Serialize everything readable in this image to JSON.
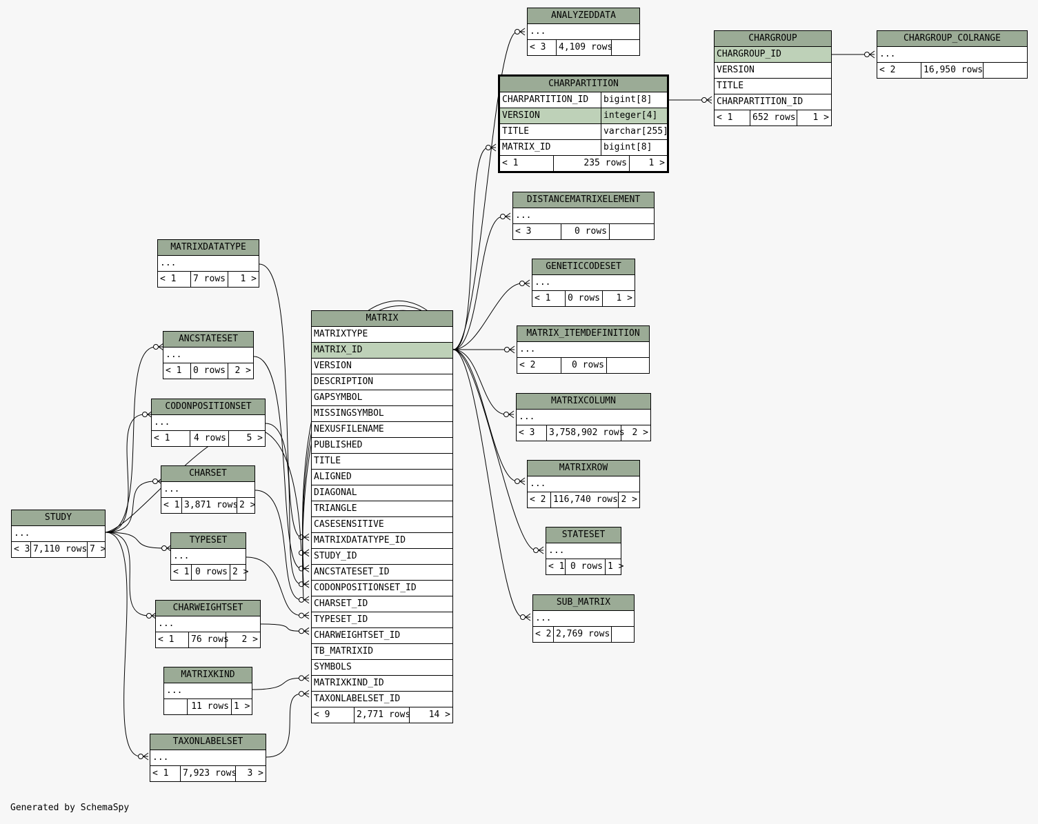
{
  "footer": "Generated by SchemaSpy",
  "tables": {
    "analyzeddata": {
      "name": "ANALYZEDDATA",
      "rows": [
        "..."
      ],
      "parents": "< 3",
      "count": "4,109 rows",
      "children": ""
    },
    "chargroup": {
      "name": "CHARGROUP",
      "rows": [
        "CHARGROUP_ID",
        "VERSION",
        "TITLE",
        "CHARPARTITION_ID"
      ],
      "parents": "< 1",
      "count": "652 rows",
      "children": "1 >"
    },
    "chargroup_colrange": {
      "name": "CHARGROUP_COLRANGE",
      "rows": [
        "..."
      ],
      "parents": "< 2",
      "count": "16,950 rows",
      "children": ""
    },
    "charpartition": {
      "name": "CHARPARTITION",
      "rows": [
        "CHARPARTITION_ID",
        "VERSION",
        "TITLE",
        "MATRIX_ID"
      ],
      "types": [
        "bigint[8]",
        "integer[4]",
        "varchar[255]",
        "bigint[8]"
      ],
      "parents": "< 1",
      "count": "235 rows",
      "children": "1 >"
    },
    "distancematrixelement": {
      "name": "DISTANCEMATRIXELEMENT",
      "rows": [
        "..."
      ],
      "parents": "< 3",
      "count": "0 rows",
      "children": ""
    },
    "geneticcodeset": {
      "name": "GENETICCODESET",
      "rows": [
        "..."
      ],
      "parents": "< 1",
      "count": "0 rows",
      "children": "1 >"
    },
    "matrix_itemdefinition": {
      "name": "MATRIX_ITEMDEFINITION",
      "rows": [
        "..."
      ],
      "parents": "< 2",
      "count": "0 rows",
      "children": ""
    },
    "matrixcolumn": {
      "name": "MATRIXCOLUMN",
      "rows": [
        "..."
      ],
      "parents": "< 3",
      "count": "3,758,902 rows",
      "children": "2 >"
    },
    "matrixrow": {
      "name": "MATRIXROW",
      "rows": [
        "..."
      ],
      "parents": "< 2",
      "count": "116,740 rows",
      "children": "2 >"
    },
    "stateset": {
      "name": "STATESET",
      "rows": [
        "..."
      ],
      "parents": "< 1",
      "count": "0 rows",
      "children": "1 >"
    },
    "sub_matrix": {
      "name": "SUB_MATRIX",
      "rows": [
        "..."
      ],
      "parents": "< 2",
      "count": "2,769 rows",
      "children": ""
    },
    "matrixdatatype": {
      "name": "MATRIXDATATYPE",
      "rows": [
        "..."
      ],
      "parents": "< 1",
      "count": "7 rows",
      "children": "1 >"
    },
    "ancstateset": {
      "name": "ANCSTATESET",
      "rows": [
        "..."
      ],
      "parents": "< 1",
      "count": "0 rows",
      "children": "2 >"
    },
    "codonpositionset": {
      "name": "CODONPOSITIONSET",
      "rows": [
        "..."
      ],
      "parents": "< 1",
      "count": "4 rows",
      "children": "5 >"
    },
    "charset": {
      "name": "CHARSET",
      "rows": [
        "..."
      ],
      "parents": "< 1",
      "count": "3,871 rows",
      "children": "2 >"
    },
    "typeset": {
      "name": "TYPESET",
      "rows": [
        "..."
      ],
      "parents": "< 1",
      "count": "0 rows",
      "children": "2 >"
    },
    "charweightset": {
      "name": "CHARWEIGHTSET",
      "rows": [
        "..."
      ],
      "parents": "< 1",
      "count": "76 rows",
      "children": "2 >"
    },
    "matrixkind": {
      "name": "MATRIXKIND",
      "rows": [
        "..."
      ],
      "parents": "",
      "count": "11 rows",
      "children": "1 >"
    },
    "taxonlabelset": {
      "name": "TAXONLABELSET",
      "rows": [
        "..."
      ],
      "parents": "< 1",
      "count": "7,923 rows",
      "children": "3 >"
    },
    "study": {
      "name": "STUDY",
      "rows": [
        "..."
      ],
      "parents": "< 3",
      "count": "7,110 rows",
      "children": "7 >"
    },
    "matrix": {
      "name": "MATRIX",
      "rows": [
        "MATRIXTYPE",
        "MATRIX_ID",
        "VERSION",
        "DESCRIPTION",
        "GAPSYMBOL",
        "MISSINGSYMBOL",
        "NEXUSFILENAME",
        "PUBLISHED",
        "TITLE",
        "ALIGNED",
        "DIAGONAL",
        "TRIANGLE",
        "CASESENSITIVE",
        "MATRIXDATATYPE_ID",
        "STUDY_ID",
        "ANCSTATESET_ID",
        "CODONPOSITIONSET_ID",
        "CHARSET_ID",
        "TYPESET_ID",
        "CHARWEIGHTSET_ID",
        "TB_MATRIXID",
        "SYMBOLS",
        "MATRIXKIND_ID",
        "TAXONLABELSET_ID"
      ],
      "parents": "< 9",
      "count": "2,771 rows",
      "children": "14 >"
    }
  }
}
